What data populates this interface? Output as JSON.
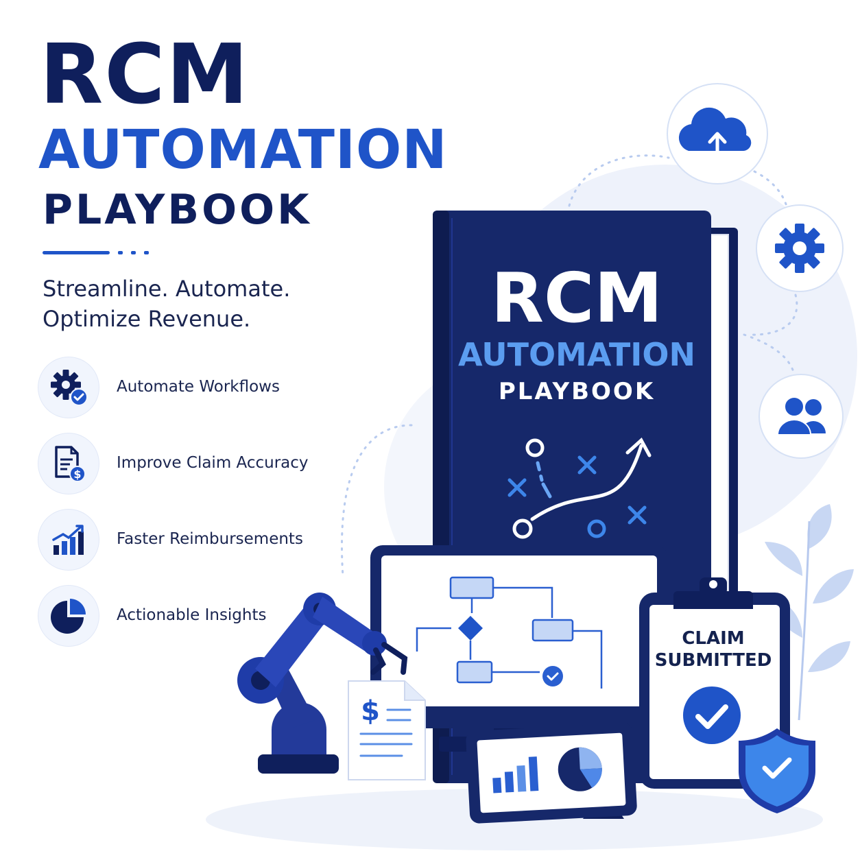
{
  "heading": {
    "line1": "RCM",
    "line2": "AUTOMATION",
    "line3": "PLAYBOOK"
  },
  "tagline": {
    "line1": "Streamline. Automate.",
    "line2": "Optimize Revenue."
  },
  "features": [
    {
      "label": "Automate Workflows",
      "icon": "gear-check-icon"
    },
    {
      "label": "Improve Claim Accuracy",
      "icon": "document-dollar-icon"
    },
    {
      "label": "Faster Reimbursements",
      "icon": "growth-chart-icon"
    },
    {
      "label": "Actionable Insights",
      "icon": "pie-chart-icon"
    }
  ],
  "book": {
    "line1": "RCM",
    "line2": "AUTOMATION",
    "line3": "PLAYBOOK"
  },
  "clipboard": {
    "line1": "CLAIM",
    "line2": "SUBMITTED"
  },
  "invoice_symbol": "$",
  "orbit_icons": [
    "cloud-upload-icon",
    "gear-icon",
    "users-icon"
  ],
  "colors": {
    "navy": "#0f1f5c",
    "blue": "#1f54c8",
    "light_blue": "#5b9df0",
    "pale": "#eef2fb"
  }
}
